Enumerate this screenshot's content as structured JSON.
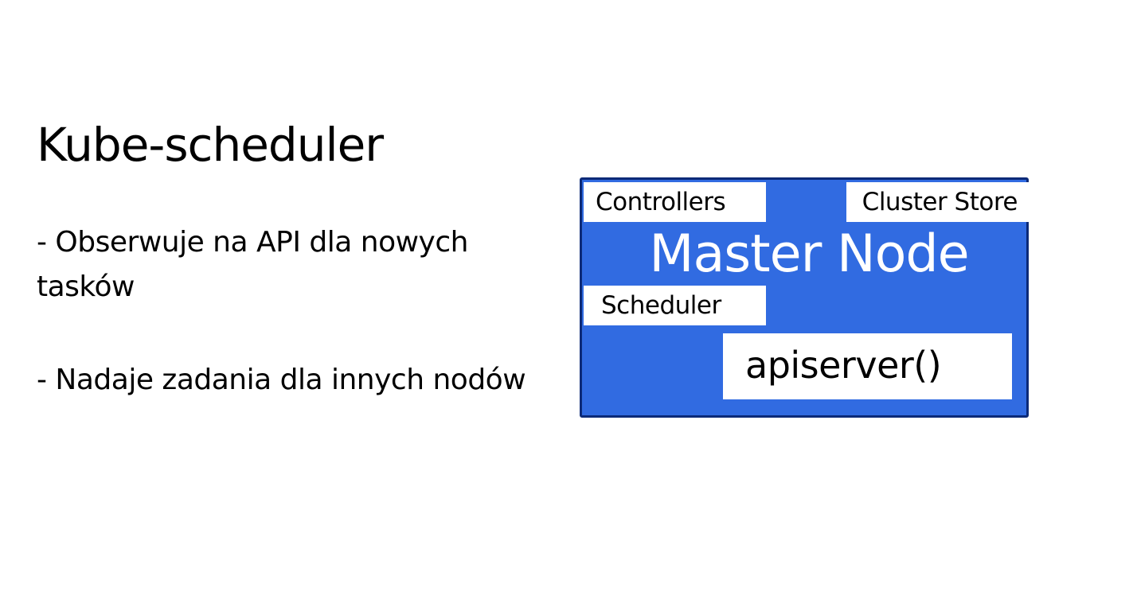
{
  "slide": {
    "title": "Kube-scheduler",
    "bullets": [
      "- Obserwuje na API dla nowych tasków",
      "- Nadaje zadania dla innych nodów"
    ]
  },
  "diagram": {
    "master_label": "Master Node",
    "components": {
      "controllers": "Controllers",
      "cluster_store": "Cluster Store",
      "scheduler": "Scheduler",
      "apiserver": "apiserver()"
    },
    "colors": {
      "master_fill": "#316be1",
      "master_border": "#0c2a78",
      "component_fill": "#ffffff"
    }
  }
}
